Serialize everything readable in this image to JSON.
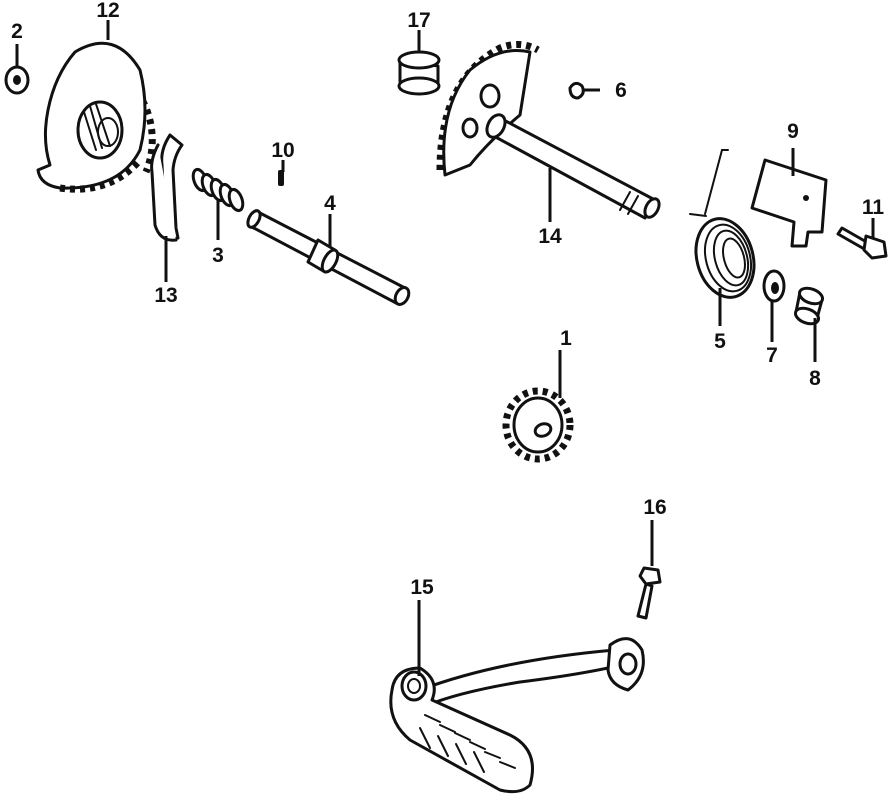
{
  "parts": [
    {
      "id": "part-1",
      "label": "1"
    },
    {
      "id": "part-2",
      "label": "2"
    },
    {
      "id": "part-3",
      "label": "3"
    },
    {
      "id": "part-4",
      "label": "4"
    },
    {
      "id": "part-5",
      "label": "5"
    },
    {
      "id": "part-6",
      "label": "6"
    },
    {
      "id": "part-7",
      "label": "7"
    },
    {
      "id": "part-8",
      "label": "8"
    },
    {
      "id": "part-9",
      "label": "9"
    },
    {
      "id": "part-10",
      "label": "10"
    },
    {
      "id": "part-11",
      "label": "11"
    },
    {
      "id": "part-12",
      "label": "12"
    },
    {
      "id": "part-13",
      "label": "13"
    },
    {
      "id": "part-14",
      "label": "14"
    },
    {
      "id": "part-15",
      "label": "15"
    },
    {
      "id": "part-16",
      "label": "16"
    },
    {
      "id": "part-17",
      "label": "17"
    }
  ],
  "colors": {
    "ink": "#111111",
    "background": "#ffffff"
  }
}
